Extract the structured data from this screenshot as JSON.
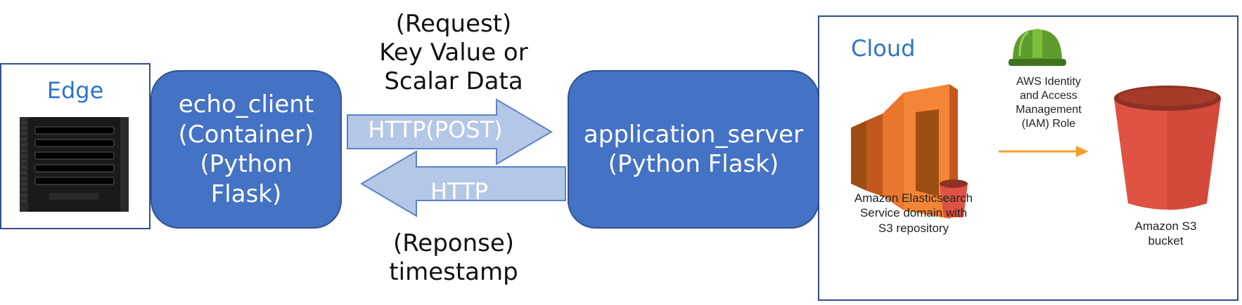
{
  "edge": {
    "label": "Edge"
  },
  "client": {
    "lines": [
      "echo_client",
      "(Container)",
      "(Python",
      "Flask)"
    ]
  },
  "server": {
    "lines": [
      "application_server",
      "(Python Flask)"
    ]
  },
  "request": {
    "lines": [
      "(Request)",
      "Key Value or",
      "Scalar Data"
    ]
  },
  "post_arrow": {
    "label": "HTTP(POST)"
  },
  "http_arrow": {
    "label": "HTTP"
  },
  "response": {
    "lines": [
      "(Reponse)",
      "timestamp"
    ]
  },
  "cloud": {
    "label": "Cloud",
    "elasticsearch": {
      "lines": [
        "Amazon Elasticsearch",
        "Service domain with",
        "S3 repository"
      ]
    },
    "iam": {
      "lines": [
        "AWS Identity",
        "and Access",
        "Management",
        "(IAM) Role"
      ]
    },
    "s3": {
      "lines": [
        "Amazon S3",
        "bucket"
      ]
    }
  },
  "colors": {
    "node_fill": "#4472c4",
    "arrow_fill": "#b4c7e7",
    "label_blue": "#2e74c9",
    "aws_orange": "#e8762c",
    "s3_red": "#e05243"
  }
}
